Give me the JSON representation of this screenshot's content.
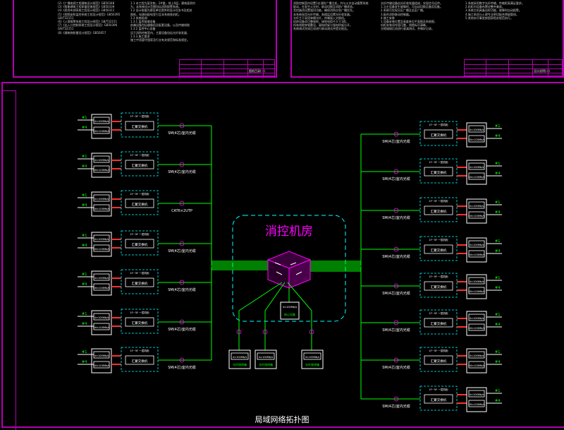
{
  "top_left_sheet": {
    "notes": [
      "(2)《广播电视工程建筑设计规范》GB50348",
      "(3)《智能建筑工程质量验收规范》GB50339",
      "(4)《综合布线系统工程设计规范》GB50311",
      "(5)《视频安防监控系统工程设计规范》GB50395",
      "GB/T32151",
      "(6)《入侵报警系统工程设计规范》GB/T32151",
      "(7)《出入口控制系统工程设计规范》GB50396",
      "GB/T32151",
      "(8)《建筑物防雷设计规范》GB50057"
    ],
    "notes_right": [
      "1.1 本工程为某学校，2#楼，地上6层，建筑面积约",
      "为，本系统设计范围包括消防报警系统。",
      "1.2 设计依据为建设单位提供的设计任务书及相关",
      "图纸，电源由配电室引至本系统各机柜。",
      "1.3 系统组成：",
      "1.3.1 监控前端设备",
      "前端设备包括摄像机及配套设备，以及传输线缆",
      "1.3.2 监控中心设备",
      "设于消防控制室内，主要设备包括光纤收发器、",
      "1.3.3 施工要求",
      "施工中须遵守国家及行业有关规范和标准规定。"
    ],
    "title_label": "图纸目录(一)"
  },
  "top_right_sheet": {
    "notes": [
      "消防控制室内设置1台消防广播主机，并与火灾自动报警系统",
      "联动，在发生火灾时，联动切换至消防广播状态。",
      "音控器须设置强切功能，确保消防应急广播优先。",
      "本系统采用光纤传输，各楼层设置光纤收发器。",
      "光纤主干采用单模光纤，终端接入交换机。",
      "机房设备须可靠接地，接地电阻不大于1欧。",
      "所有线缆穿管敷设，弱电桥架与强电桥架分开。",
      "系统调试完成后须进行联动测试并提交报告。"
    ],
    "notes_mid": [
      "光纤传输设备由光纤收发器组成，实现信号远传。",
      "1.当主设备发生故障时，可自动切换至备用设备。",
      "2.系统可实现分区广播及全区广播。",
      "3.配合消防联动控制器。",
      "4.施工安装",
      "1.设备安装位置及高度参见平面图及系统图，",
      "机柜安装须牢固可靠，线缆标识清晰，",
      "光缆熔接后须进行衰减测试，并做好记录。"
    ],
    "notes_right": [
      "1.系统采用数字光纤传输，传输距离满足要求。",
      "2.机柜内设备布置应整齐美观，",
      "3.系统主机具备自检功能，故障时自动报警。",
      "4.施工前须与土建专业密切配合预留管线。",
      "5.其他未尽事宜按国家相关规范执行。"
    ],
    "title_label": "设计说明(二)"
  },
  "diagram": {
    "center_label": "消控机房",
    "center_box_label": "光纤收发器",
    "center_box_sub": "核心设备",
    "rack_label": "交换机",
    "cable_label": "SM(4芯)室内光缆",
    "cable_label_alt": "CAT6×2UTP",
    "floor_label_1": "1F~5F 一层机柜",
    "cabinet_label": "汇聚交换机",
    "device_label": "4×100Mb/s",
    "device_label_b": "16×100Mb/s",
    "lead_label": "4芯",
    "unit_label_a": "#1",
    "unit_label_b": "#4",
    "bottom_label_1": "光纤接线箱",
    "bottom_label_2": "光纤接线箱",
    "bottom_label_3": "光纤接线箱",
    "bottom_caption": "局域网络拓扑图"
  },
  "colors": {
    "frame": "#b400b4",
    "magenta": "#ff00ff",
    "green": "#00ff00",
    "red": "#ff3030",
    "white": "#ffffff",
    "cyan": "#00ffff"
  }
}
